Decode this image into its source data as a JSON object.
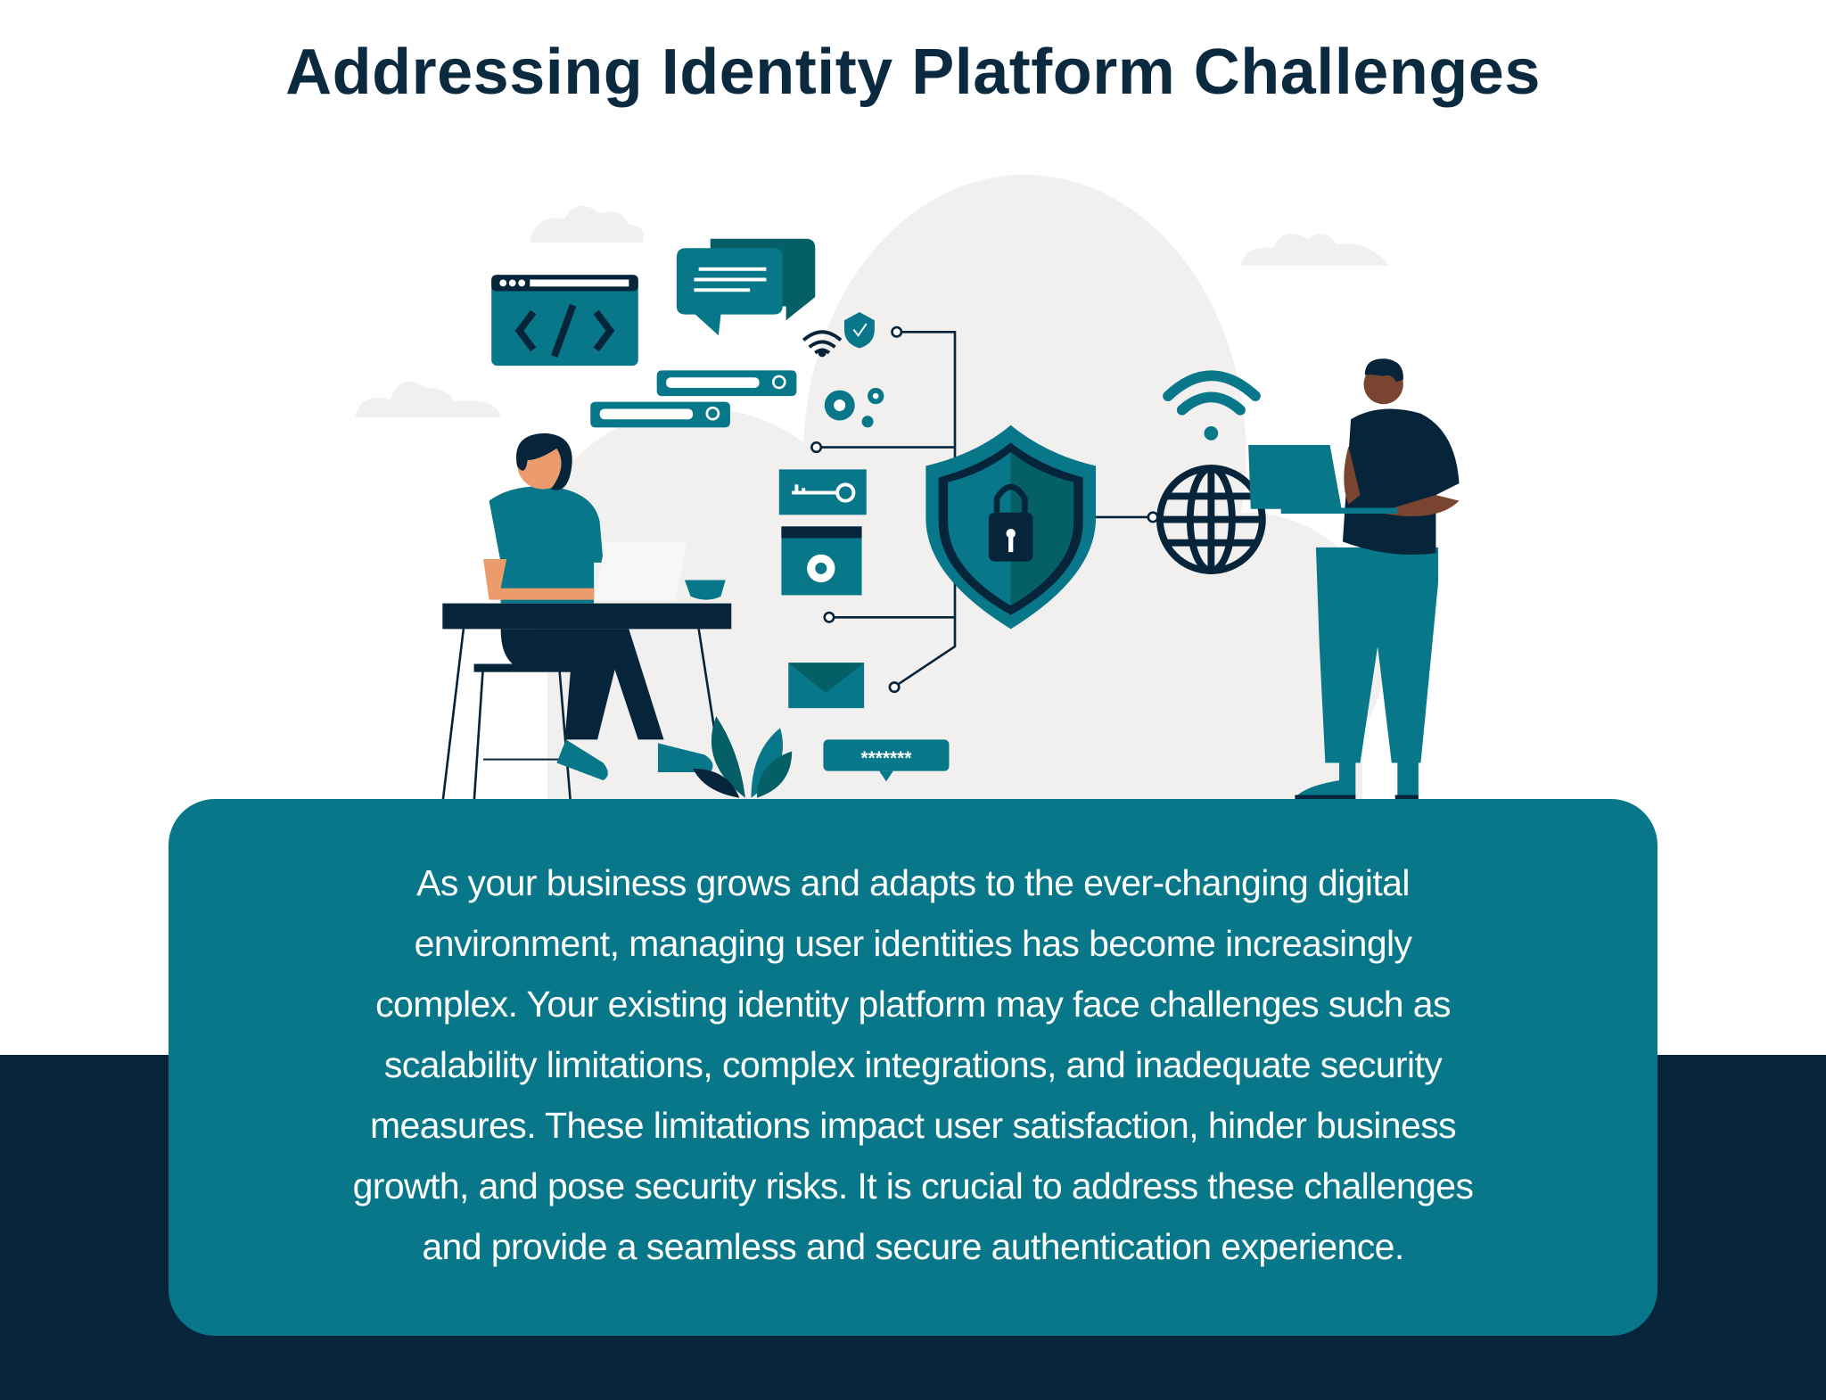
{
  "title": "Addressing Identity Platform Challenges",
  "illustration": {
    "password_mask": "*******",
    "icons": [
      "code-window-icon",
      "chat-bubbles-icon",
      "search-bar-icon",
      "wifi-icon",
      "shield-check-icon",
      "gears-icon",
      "key-icon",
      "settings-window-icon",
      "envelope-icon",
      "password-bubble-icon",
      "shield-lock-icon",
      "globe-icon",
      "laptop-icon",
      "plant-icon"
    ]
  },
  "body": {
    "lines": [
      "As your business grows and adapts to the ever-changing digital",
      "environment, managing user identities has become increasingly",
      "complex. Your existing identity platform may face challenges such as",
      "scalability limitations, complex integrations, and inadequate security",
      "measures. These limitations impact user satisfaction, hinder business",
      "growth, and pose security risks. It is crucial to address these challenges",
      "and provide a seamless and secure authentication experience."
    ]
  },
  "colors": {
    "teal": "#077789",
    "dark": "#06243a",
    "dark_teal": "#055f66",
    "cloud": "#f1f0ef",
    "skin_light": "#ec9c6c",
    "skin_dark": "#7a4530"
  }
}
